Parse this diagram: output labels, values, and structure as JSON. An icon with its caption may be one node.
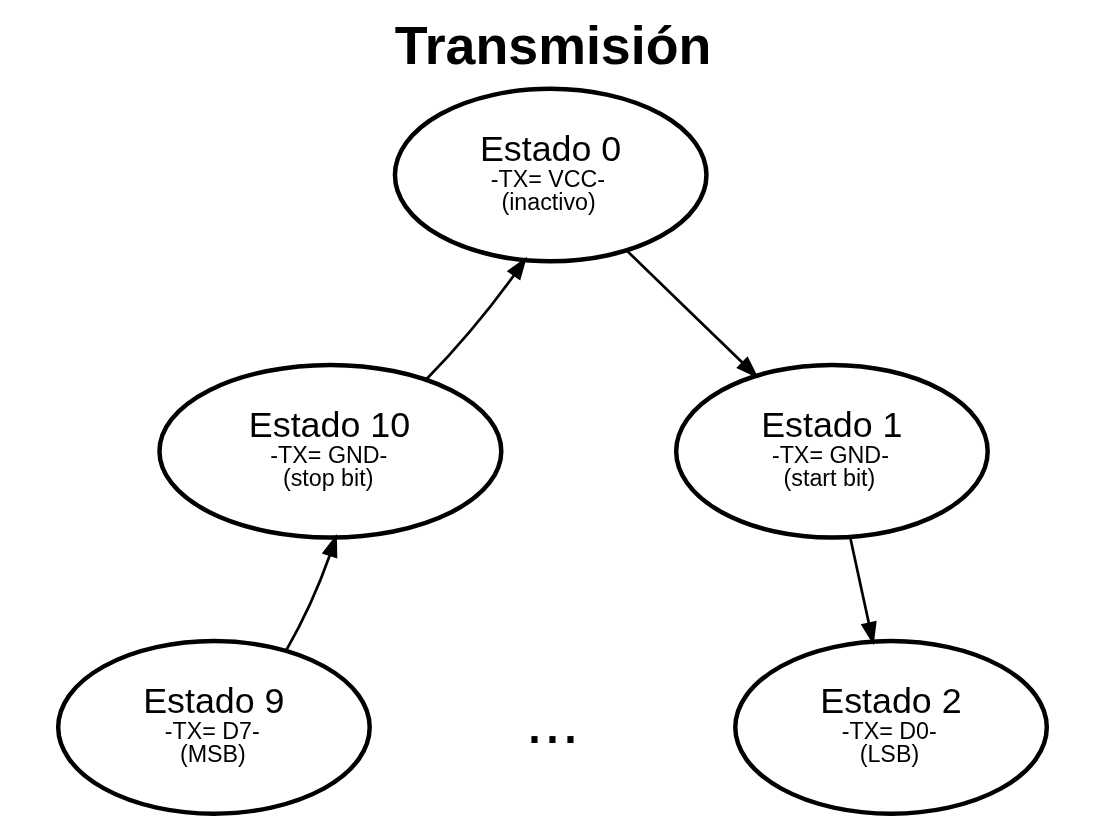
{
  "diagram": {
    "title": "Transmisión",
    "nodes": [
      {
        "text": [
          "Estado 0",
          "-TX= VCC-",
          "(inactivo)"
        ]
      },
      {
        "text": [
          "Estado 1",
          "-TX= GND-",
          "(start bit)"
        ]
      },
      {
        "text": [
          "Estado 2",
          "-TX= D0-",
          "(LSB)"
        ]
      },
      {
        "text": [
          "Estado 9",
          "-TX= D7-",
          "(MSB)"
        ]
      },
      {
        "text": [
          "Estado 10",
          "-TX= GND-",
          "(stop bit)"
        ]
      }
    ],
    "edges": [
      {
        "from": 0,
        "to": 1,
        "arrow": "to"
      },
      {
        "from": 1,
        "to": 2,
        "arrow": "to"
      },
      {
        "from": 3,
        "to": 4,
        "arrow": "to"
      },
      {
        "from": 4,
        "to": 0,
        "arrow": "to"
      }
    ],
    "labels": [
      "..."
    ]
  }
}
